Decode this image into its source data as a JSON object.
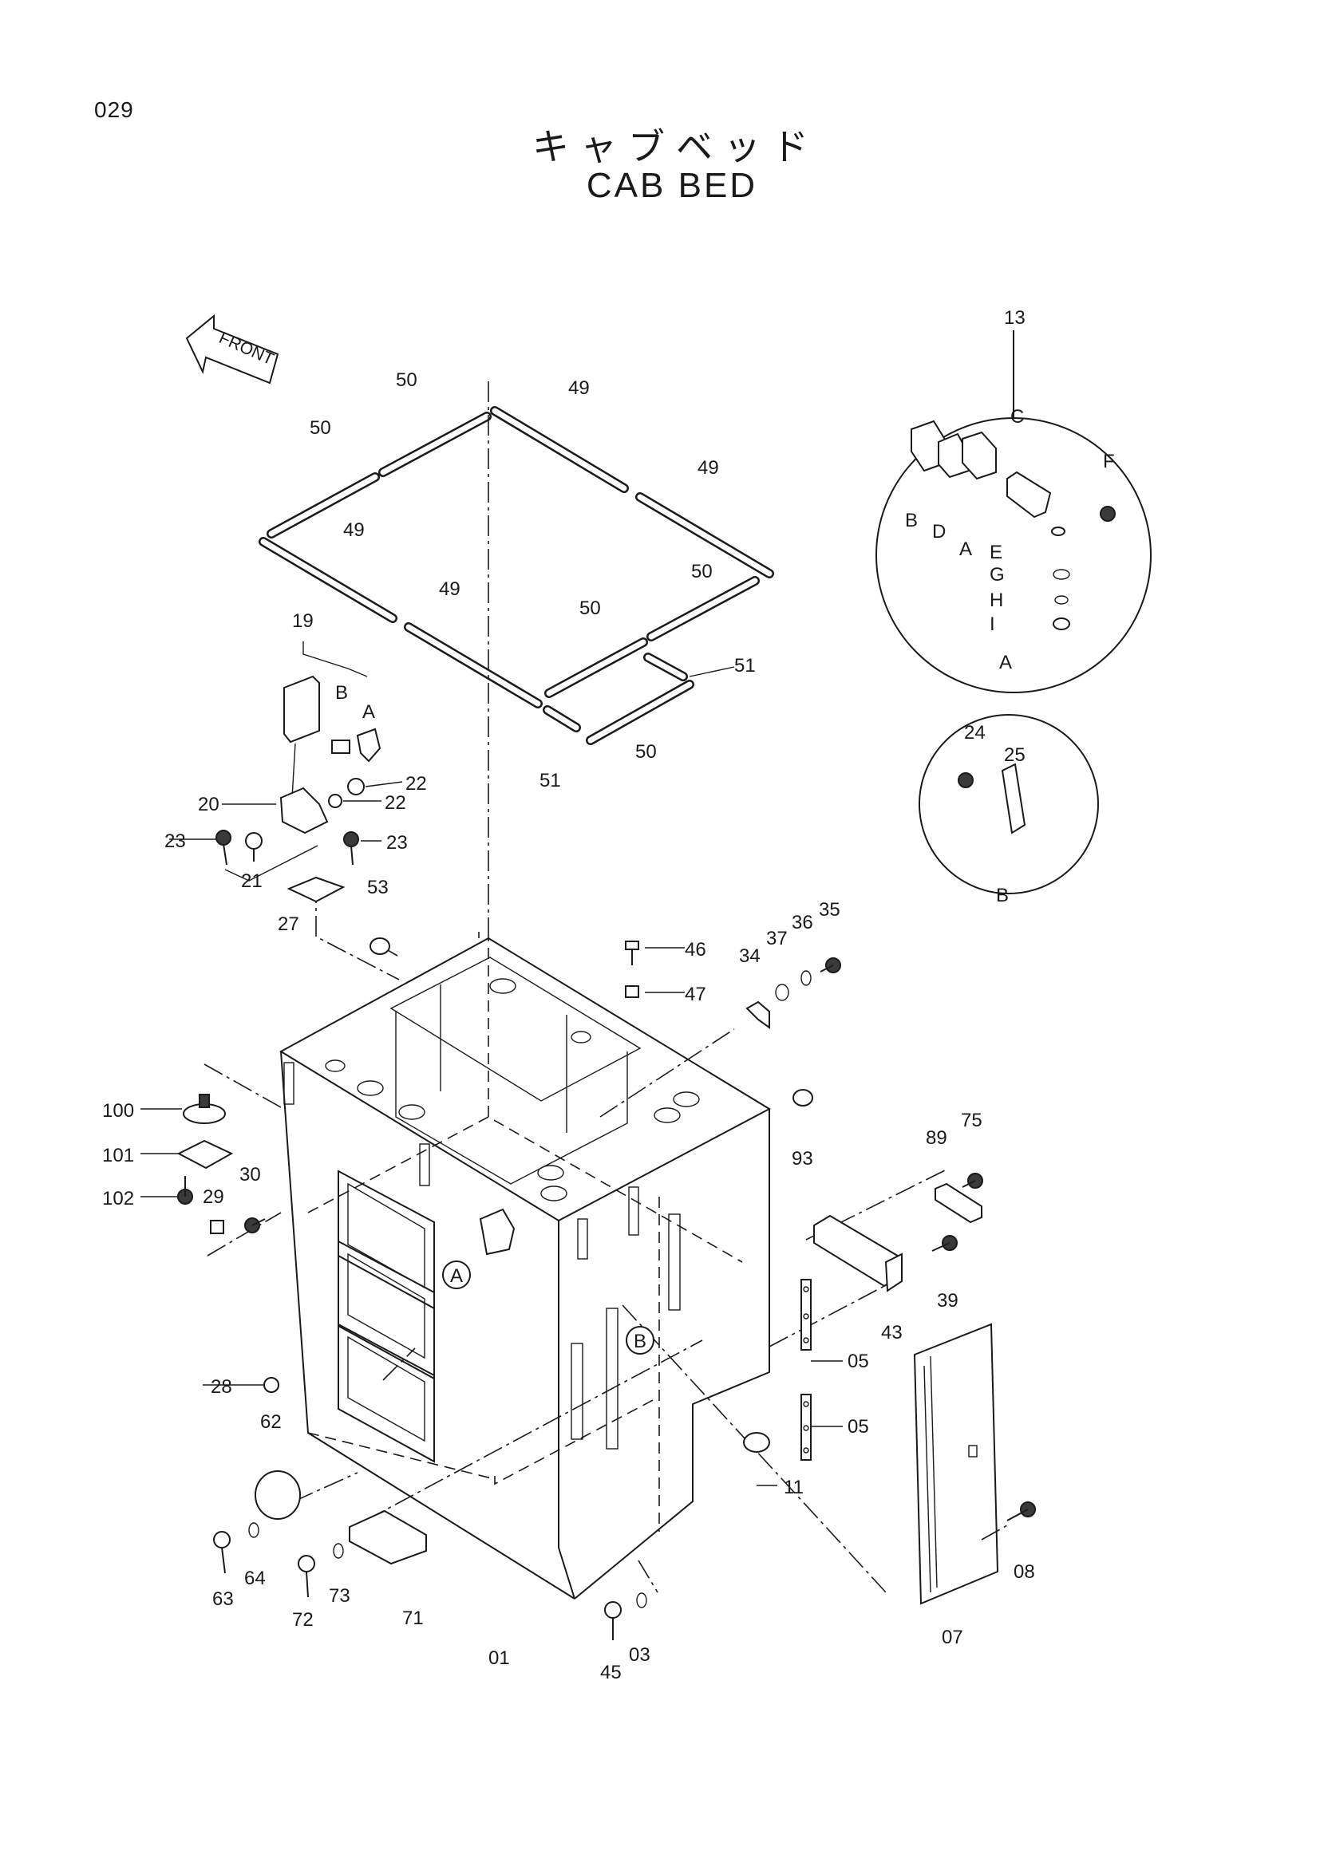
{
  "page": {
    "number": "029",
    "title_jp": "キャブベッド",
    "title_en": "CAB BED"
  },
  "front_arrow": {
    "label": "FRONT"
  },
  "detail_a": {
    "ref": "13",
    "caption": "A",
    "letters": [
      "C",
      "F",
      "B",
      "D",
      "A",
      "E",
      "G",
      "H",
      "I"
    ]
  },
  "detail_b": {
    "caption": "B",
    "parts": [
      "24",
      "25"
    ]
  },
  "callouts": {
    "c01": "01",
    "c03": "03",
    "c05a": "05",
    "c05b": "05",
    "c07": "07",
    "c08": "08",
    "c11": "11",
    "c19": "19",
    "c19b": "B",
    "c19a": "A",
    "c20": "20",
    "c21": "21",
    "c22a": "22",
    "c22b": "22",
    "c23a": "23",
    "c23b": "23",
    "c27": "27",
    "c28": "28",
    "c29": "29",
    "c30": "30",
    "c34": "34",
    "c35": "35",
    "c36": "36",
    "c37": "37",
    "c39": "39",
    "c43": "43",
    "c45": "45",
    "c46": "46",
    "c47": "47",
    "c49a": "49",
    "c49b": "49",
    "c49c": "49",
    "c49d": "49",
    "c50a": "50",
    "c50b": "50",
    "c50c": "50",
    "c50d": "50",
    "c50e": "50",
    "c51a": "51",
    "c51b": "51",
    "c53": "53",
    "c62": "62",
    "c63": "63",
    "c64": "64",
    "c71": "71",
    "c72": "72",
    "c73": "73",
    "c75": "75",
    "c89": "89",
    "c93": "93",
    "c100": "100",
    "c101": "101",
    "c102": "102",
    "markerA": "A",
    "markerB": "B"
  }
}
